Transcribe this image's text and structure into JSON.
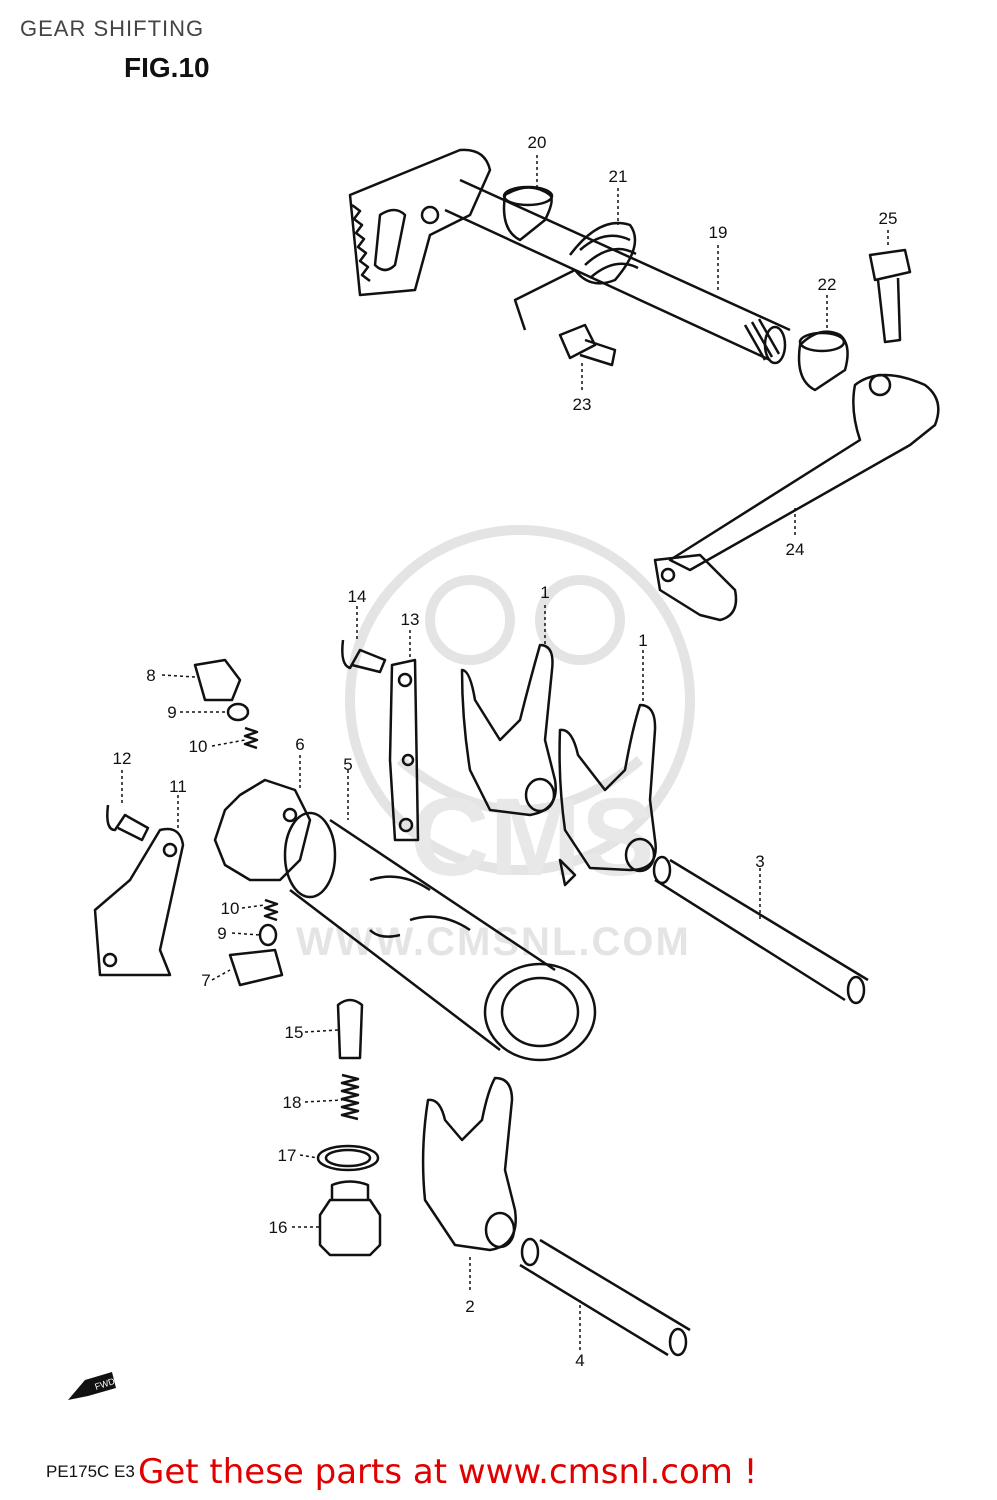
{
  "header": {
    "title": "GEAR SHIFTING",
    "figure": "FIG.10"
  },
  "watermark": {
    "text": "WWW.CMSNL.COM",
    "logo_text": "CMS"
  },
  "callouts": [
    {
      "id": "20",
      "label": "20"
    },
    {
      "id": "21",
      "label": "21"
    },
    {
      "id": "19",
      "label": "19"
    },
    {
      "id": "25",
      "label": "25"
    },
    {
      "id": "22",
      "label": "22"
    },
    {
      "id": "23",
      "label": "23"
    },
    {
      "id": "24",
      "label": "24"
    },
    {
      "id": "14",
      "label": "14"
    },
    {
      "id": "13",
      "label": "13"
    },
    {
      "id": "1a",
      "label": "1"
    },
    {
      "id": "1b",
      "label": "1"
    },
    {
      "id": "8",
      "label": "8"
    },
    {
      "id": "9a",
      "label": "9"
    },
    {
      "id": "10a",
      "label": "10"
    },
    {
      "id": "6",
      "label": "6"
    },
    {
      "id": "5",
      "label": "5"
    },
    {
      "id": "12",
      "label": "12"
    },
    {
      "id": "11",
      "label": "11"
    },
    {
      "id": "3",
      "label": "3"
    },
    {
      "id": "10b",
      "label": "10"
    },
    {
      "id": "9b",
      "label": "9"
    },
    {
      "id": "7",
      "label": "7"
    },
    {
      "id": "15",
      "label": "15"
    },
    {
      "id": "18",
      "label": "18"
    },
    {
      "id": "17",
      "label": "17"
    },
    {
      "id": "16",
      "label": "16"
    },
    {
      "id": "2",
      "label": "2"
    },
    {
      "id": "4",
      "label": "4"
    }
  ],
  "fwd_label": "FWD",
  "footer": {
    "model_code": "PE175C E3",
    "cta": "Get these parts at www.cmsnl.com !"
  },
  "colors": {
    "ink": "#111111",
    "cta_red": "#e00000",
    "watermark": "#e4e4e4"
  }
}
